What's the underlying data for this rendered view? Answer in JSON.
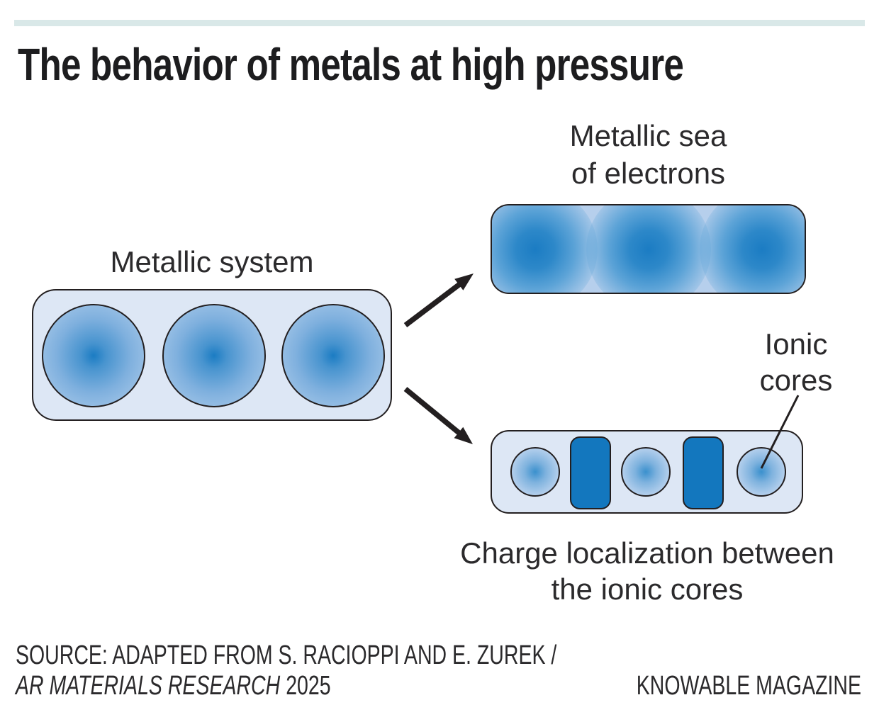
{
  "title": "The behavior of metals at high pressure",
  "diagram": {
    "metallic_system": {
      "label": "Metallic system"
    },
    "metallic_sea": {
      "line1": "Metallic sea",
      "line2": "of electrons"
    },
    "ionic_cores": {
      "line1": "Ionic",
      "line2": "cores"
    },
    "charge_localization": {
      "line1": "Charge localization between",
      "line2": "the ionic cores"
    }
  },
  "footer": {
    "source_line1": "SOURCE: ADAPTED FROM S. RACIOPPI AND E. ZUREK /",
    "source_journal": "AR MATERIALS RESEARCH",
    "source_year": "2025",
    "brand": "KNOWABLE MAGAZINE"
  },
  "colors": {
    "accent_bar": "#d9e8e8",
    "outline": "#231f20",
    "box_fill_light": "#dde7f5",
    "box_fill_medium": "#b6cfec",
    "electron_center": "#1b7cc3",
    "electron_edge": "#aacae9",
    "charge_rect": "#1377be"
  }
}
